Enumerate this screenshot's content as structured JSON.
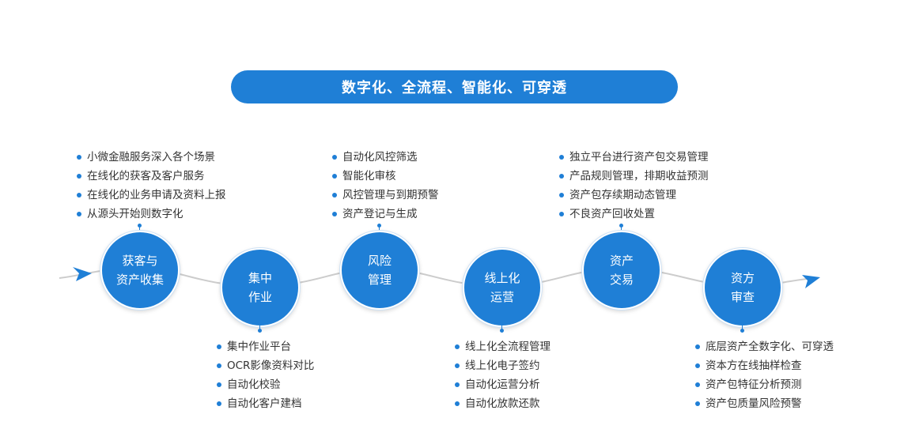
{
  "banner": {
    "title": "数字化、全流程、智能化、可穿透"
  },
  "colors": {
    "primary": "#1f7fd6",
    "line": "#cccccc",
    "text": "#333333"
  },
  "stages": [
    {
      "line1": "获客与",
      "line2": "资产收集",
      "items": [
        "小微金融服务深入各个场景",
        "在线化的获客及客户服务",
        "在线化的业务申请及资料上报",
        "从源头开始则数字化"
      ]
    },
    {
      "line1": "集中",
      "line2": "作业",
      "items": [
        "集中作业平台",
        "OCR影像资料对比",
        "自动化校验",
        "自动化客户建档"
      ]
    },
    {
      "line1": "风险",
      "line2": "管理",
      "items": [
        "自动化风控筛选",
        "智能化审核",
        "风控管理与到期预警",
        "资产登记与生成"
      ]
    },
    {
      "line1": "线上化",
      "line2": "运营",
      "items": [
        "线上化全流程管理",
        "线上化电子签约",
        "自动化运营分析",
        "自动化放款还款"
      ]
    },
    {
      "line1": "资产",
      "line2": "交易",
      "items": [
        "独立平台进行资产包交易管理",
        "产品规则管理，排期收益预测",
        "资产包存续期动态管理",
        "不良资产回收处置"
      ]
    },
    {
      "line1": "资方",
      "line2": "审查",
      "items": [
        "底层资产全数字化、可穿透",
        "资本方在线抽样检查",
        "资产包特征分析预测",
        "资产包质量风险预警"
      ]
    }
  ]
}
